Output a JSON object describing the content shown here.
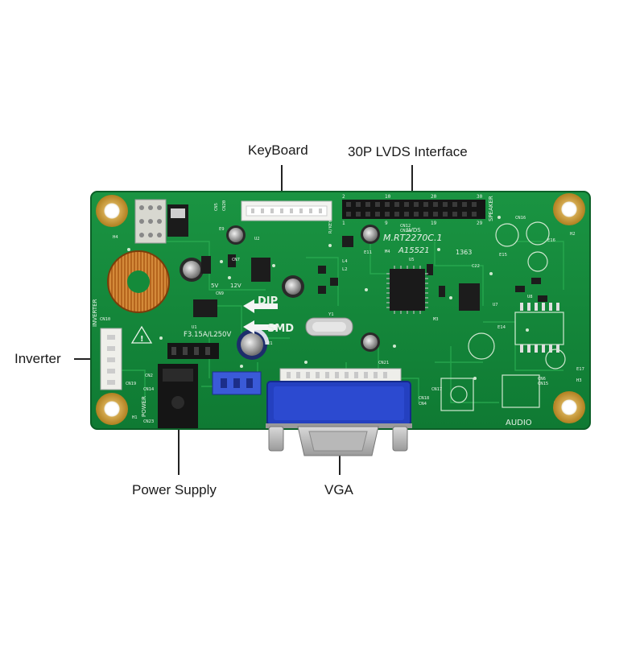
{
  "callouts": {
    "keyboard": "KeyBoard",
    "lvds": "30P LVDS Interface",
    "inverter": "Inverter",
    "power_supply": "Power Supply",
    "vga": "VGA"
  },
  "board": {
    "model": "M.RT2270C.1",
    "code": "A15521",
    "fuse": "F3.15A/L250V",
    "dip": "DIP",
    "smd": "SMD",
    "lvds": "LVDS",
    "audio": "AUDIO",
    "power": "POWER",
    "inverter": "INVERTER",
    "speaker": "SPEAKER",
    "v12": "12V",
    "v5": "5V",
    "num1363": "1363",
    "pin_labels": [
      "2",
      "10",
      "20",
      "30",
      "1",
      "9",
      "19",
      "29"
    ],
    "designators": [
      "CN5",
      "CN20",
      "CN12",
      "CN24",
      "CN6",
      "CN15",
      "CN16",
      "CN17",
      "CN18",
      "CN4",
      "CN19",
      "CN14",
      "CN23",
      "CN10",
      "CN21",
      "H1",
      "H2",
      "H3",
      "H4",
      "U1",
      "U2",
      "U5",
      "U8",
      "Y1",
      "E1",
      "E9",
      "E11",
      "E14",
      "E15",
      "E16",
      "E17",
      "CN9",
      "CN7",
      "CN2",
      "R/KEY",
      "U7",
      "C22",
      "M4",
      "M3",
      "L4",
      "L2"
    ]
  },
  "colors": {
    "pcb": "#148a3a",
    "pcb_edge": "#0d6b2c",
    "silkscreen": "#e8f2e8",
    "vga_blue": "#2338b8",
    "pad_gold": "#c89b3c"
  }
}
